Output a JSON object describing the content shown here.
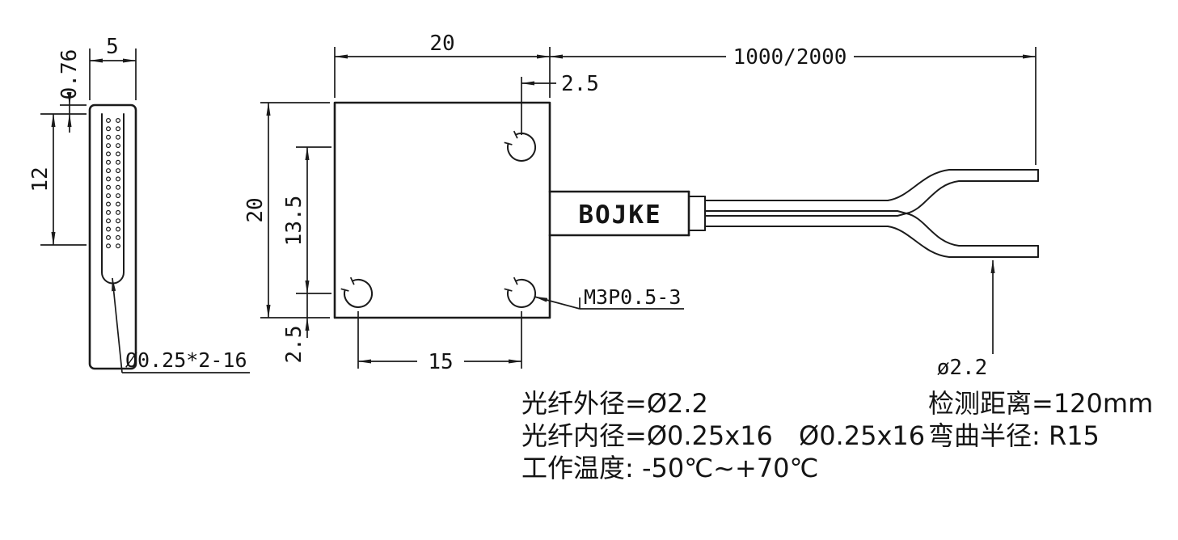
{
  "drawing": {
    "brand_label": "BOJKE",
    "side_view": {
      "width": "5",
      "tip_offset": "0.76",
      "fiber_span": "12",
      "fiber_callout": "Ø0.25*2-16"
    },
    "body_view": {
      "width": "20",
      "height": "20",
      "hole_offset_right": "2.5",
      "hole_pitch_vertical": "13.5",
      "hole_offset_bottom": "2.5",
      "hole_pitch_horizontal": "15",
      "thread_callout": "M3P0.5-3"
    },
    "cable": {
      "length": "1000/2000",
      "diameter_callout": "ø2.2"
    },
    "notes": {
      "left_line1": "光纤外径=Ø2.2",
      "left_line2a": "光纤内径=Ø0.25x16",
      "left_line2b": "Ø0.25x16",
      "left_line3": "工作温度: -50℃~+70℃",
      "right_line1": "检测距离=120mm",
      "right_line2": "弯曲半径: R15"
    }
  }
}
